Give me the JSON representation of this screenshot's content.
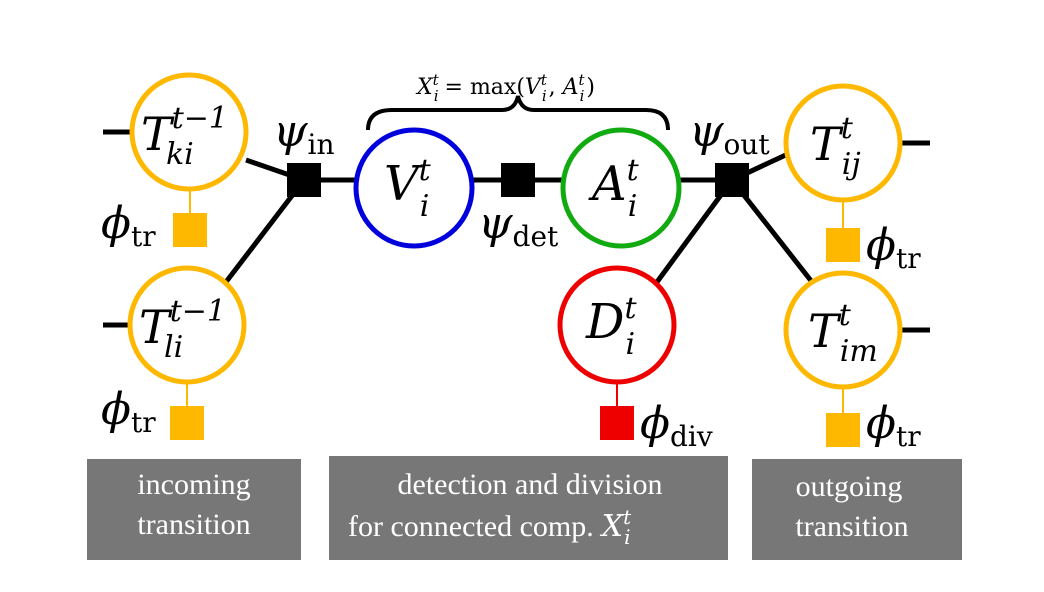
{
  "colors": {
    "transition": "#FFB800",
    "detection": "#0000DD",
    "appearance": "#11AA11",
    "division": "#EE0000",
    "factor": "#000000",
    "panel": "#777777",
    "panel_text": "#FFFFFF"
  },
  "brace_label": {
    "lhs_var": "X",
    "lhs_sub": "i",
    "lhs_sup": "t",
    "eq_max": "= max(",
    "arg1_var": "V",
    "arg1_sub": "i",
    "arg1_sup": "t",
    "comma": ", ",
    "arg2_var": "A",
    "arg2_sub": "i",
    "arg2_sup": "t",
    "close": ")"
  },
  "nodes": {
    "t_ki": {
      "var": "T",
      "sup": "t−1",
      "sub": "ki"
    },
    "t_li": {
      "var": "T",
      "sup": "t−1",
      "sub": "li"
    },
    "v": {
      "var": "V",
      "sup": "t",
      "sub": "i"
    },
    "a": {
      "var": "A",
      "sup": "t",
      "sub": "i"
    },
    "d": {
      "var": "D",
      "sup": "t",
      "sub": "i"
    },
    "t_ij": {
      "var": "T",
      "sup": "t",
      "sub": "ij"
    },
    "t_im": {
      "var": "T",
      "sup": "t",
      "sub": "im"
    }
  },
  "factors": {
    "psi_in": {
      "sym": "ψ",
      "sub": "in"
    },
    "psi_det": {
      "sym": "ψ",
      "sub": "det"
    },
    "psi_out": {
      "sym": "ψ",
      "sub": "out"
    },
    "phi_tr": {
      "sym": "ϕ",
      "sub": "tr"
    },
    "phi_div": {
      "sym": "ϕ",
      "sub": "div"
    }
  },
  "panels": {
    "incoming": {
      "line1": "incoming",
      "line2": "transition"
    },
    "detection": {
      "line1": "detection and division",
      "line2": "for connected comp.",
      "var": "X",
      "sub": "i",
      "sup": "t"
    },
    "outgoing": {
      "line1": "outgoing",
      "line2": "transition"
    }
  }
}
